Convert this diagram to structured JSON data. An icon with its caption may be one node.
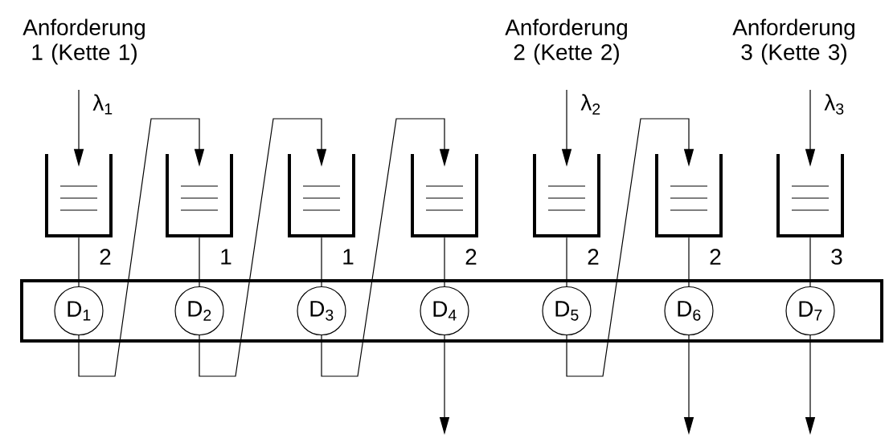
{
  "diagram": {
    "nodes": [
      {
        "text": [],
        "shape": "queue"
      },
      {
        "text": [],
        "shape": "queue"
      },
      {
        "text": [],
        "shape": "queue"
      },
      {
        "text": [],
        "shape": "queue"
      },
      {
        "text": [],
        "shape": "queue"
      },
      {
        "text": [],
        "shape": "queue"
      },
      {
        "text": [],
        "shape": "queue"
      },
      {
        "text": [],
        "shape": "box"
      },
      {
        "text": [
          "D$_{1}$"
        ],
        "in": 7
      },
      {
        "text": [
          "D$_{2}$"
        ],
        "in": 7
      },
      {
        "text": [
          "D$_{3}$"
        ],
        "in": 7
      },
      {
        "text": [
          "D$_{4}$"
        ],
        "in": 7
      },
      {
        "text": [
          "D$_{5}$"
        ],
        "in": 7
      },
      {
        "text": [
          "D$_{6}$"
        ],
        "in": 7
      },
      {
        "text": [
          "D$_{7}$"
        ],
        "in": 7
      }
    ],
    "edges": [
      {
        "from": null,
        "to": 0,
        "arrow": "to",
        "label": "λ$_{1}$"
      },
      {
        "from": null,
        "to": 4,
        "arrow": "to",
        "label": "λ$_{2}$"
      },
      {
        "from": null,
        "to": 6,
        "arrow": "to",
        "label": "λ$_{3}$"
      },
      {
        "from": 0,
        "to": 8,
        "arrow": "none",
        "label": "2"
      },
      {
        "from": 1,
        "to": 9,
        "arrow": "none",
        "label": "1"
      },
      {
        "from": 2,
        "to": 10,
        "arrow": "none",
        "label": "1"
      },
      {
        "from": 3,
        "to": 11,
        "arrow": "none",
        "label": "2"
      },
      {
        "from": 4,
        "to": 12,
        "arrow": "none",
        "label": "2"
      },
      {
        "from": 5,
        "to": 13,
        "arrow": "none",
        "label": "2"
      },
      {
        "from": 6,
        "to": 14,
        "arrow": "none",
        "label": "3"
      },
      {
        "from": 8,
        "to": 1,
        "arrow": "to"
      },
      {
        "from": 9,
        "to": 2,
        "arrow": "to"
      },
      {
        "from": 10,
        "to": 3,
        "arrow": "to"
      },
      {
        "from": 12,
        "to": 5,
        "arrow": "to"
      },
      {
        "from": 11,
        "to": null,
        "arrow": "to"
      },
      {
        "from": 13,
        "to": null,
        "arrow": "to"
      },
      {
        "from": 14,
        "to": null,
        "arrow": "to"
      }
    ],
    "labels": [
      "Anforderung 1 (Kette 1)",
      "Anforderung 2 (Kette 2)",
      "Anforderung 3 (Kette 3)"
    ]
  }
}
